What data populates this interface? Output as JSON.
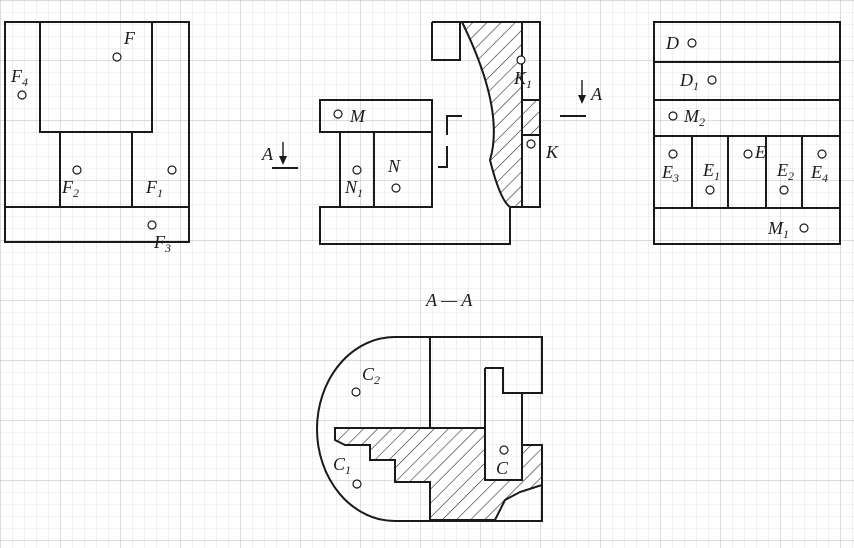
{
  "section_title": "A — A",
  "cut_marks": {
    "left": "A",
    "right": "A"
  },
  "view_left": {
    "labels": {
      "F": {
        "main": "F",
        "sub": ""
      },
      "F4": {
        "main": "F",
        "sub": "4"
      },
      "F2": {
        "main": "F",
        "sub": "2"
      },
      "F1": {
        "main": "F",
        "sub": "1"
      },
      "F3": {
        "main": "F",
        "sub": "3"
      }
    }
  },
  "view_middle": {
    "labels": {
      "M": {
        "main": "M",
        "sub": ""
      },
      "N1": {
        "main": "N",
        "sub": "1"
      },
      "N": {
        "main": "N",
        "sub": ""
      },
      "K1": {
        "main": "K",
        "sub": "1"
      },
      "K": {
        "main": "K",
        "sub": ""
      }
    }
  },
  "view_right": {
    "labels": {
      "D": {
        "main": "D",
        "sub": ""
      },
      "D1": {
        "main": "D",
        "sub": "1"
      },
      "M2": {
        "main": "M",
        "sub": "2"
      },
      "E3": {
        "main": "E",
        "sub": "3"
      },
      "E1": {
        "main": "E",
        "sub": "1"
      },
      "E": {
        "main": "E",
        "sub": ""
      },
      "E2": {
        "main": "E",
        "sub": "2"
      },
      "E4": {
        "main": "E",
        "sub": "4"
      },
      "M1": {
        "main": "M",
        "sub": "1"
      }
    }
  },
  "view_section": {
    "labels": {
      "C2": {
        "main": "C",
        "sub": "2"
      },
      "C1": {
        "main": "C",
        "sub": "1"
      },
      "C": {
        "main": "C",
        "sub": ""
      }
    }
  }
}
